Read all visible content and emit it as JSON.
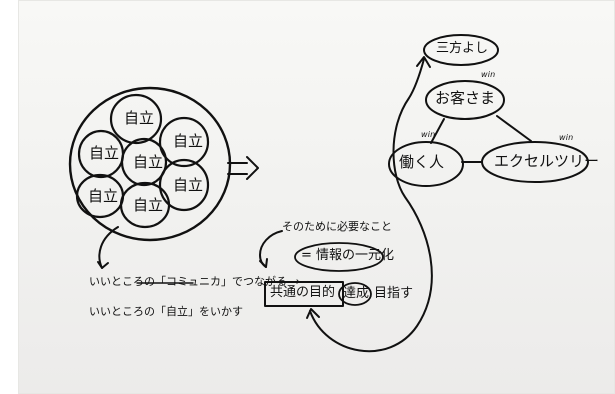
{
  "nodes": {
    "sanpo_yoshi": "三方よし",
    "customer": "お客さま",
    "worker": "働く人",
    "company": "エクセルツリー"
  },
  "win_labels": [
    "win",
    "win",
    "win"
  ],
  "jiritsu": [
    "自立",
    "自立",
    "自立",
    "自立",
    "自立",
    "自立",
    "自立"
  ],
  "notes": {
    "line1": "いいところの「コミュニカ」でつながる →",
    "line2": "いいところの「自立」をいかす",
    "need": "そのために必要なこと",
    "info": "= 情報の一元化",
    "goal_box": "共通の目的",
    "goal_circle": "達成",
    "goal_end": "目指す"
  }
}
